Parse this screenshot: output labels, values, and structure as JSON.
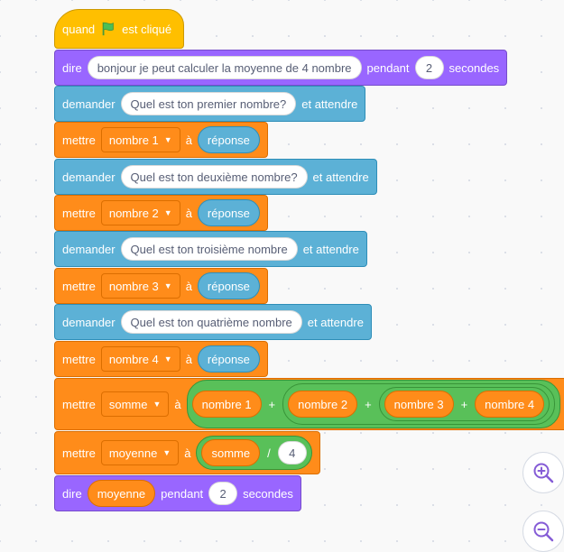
{
  "script": {
    "hat": {
      "label_before": "quand",
      "label_after": "est cliqué"
    },
    "say1": {
      "verb": "dire",
      "message": "bonjour je peut calculer la moyenne de 4 nombre",
      "mid": "pendant",
      "seconds": "2",
      "unit": "secondes"
    },
    "asks": [
      {
        "verb": "demander",
        "question": "Quel est ton premier nombre?",
        "tail": "et attendre"
      },
      {
        "verb": "demander",
        "question": "Quel est ton deuxième nombre?",
        "tail": "et attendre"
      },
      {
        "verb": "demander",
        "question": "Quel est ton troisième nombre",
        "tail": "et attendre"
      },
      {
        "verb": "demander",
        "question": "Quel est ton quatrième nombre",
        "tail": "et attendre"
      }
    ],
    "sets": [
      {
        "verb": "mettre",
        "variable": "nombre 1",
        "to": "à",
        "value": "réponse"
      },
      {
        "verb": "mettre",
        "variable": "nombre 2",
        "to": "à",
        "value": "réponse"
      },
      {
        "verb": "mettre",
        "variable": "nombre 3",
        "to": "à",
        "value": "réponse"
      },
      {
        "verb": "mettre",
        "variable": "nombre 4",
        "to": "à",
        "value": "réponse"
      }
    ],
    "set_sum": {
      "verb": "mettre",
      "variable": "somme",
      "to": "à",
      "terms": [
        "nombre 1",
        "nombre 2",
        "nombre 3",
        "nombre 4"
      ],
      "op": "+"
    },
    "set_avg": {
      "verb": "mettre",
      "variable": "moyenne",
      "to": "à",
      "left": "somme",
      "op": "/",
      "right": "4"
    },
    "say2": {
      "verb": "dire",
      "message": "moyenne",
      "mid": "pendant",
      "seconds": "2",
      "unit": "secondes"
    }
  },
  "colors": {
    "events": "#ffbf00",
    "looks": "#9966ff",
    "sensing": "#5cb1d6",
    "variables": "#ff8c1a",
    "operators": "#59c059"
  },
  "icons": {
    "flag": "green-flag-icon",
    "zoom_in": "zoom-in-icon",
    "zoom_out": "zoom-out-icon"
  }
}
